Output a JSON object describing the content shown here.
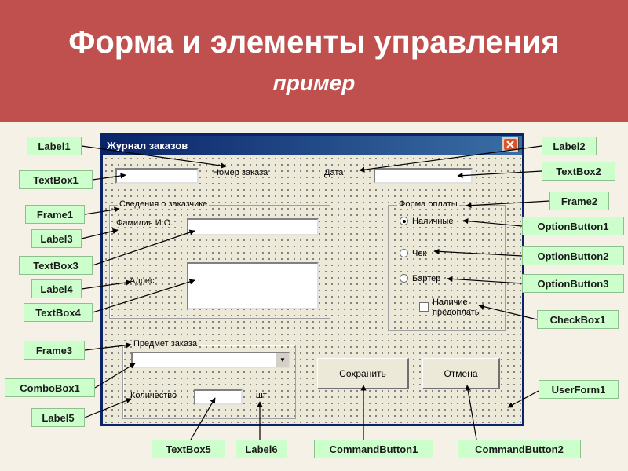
{
  "slide": {
    "title": "Форма и элементы управления",
    "subtitle": "пример"
  },
  "form": {
    "window_title": "Журнал заказов",
    "labels": {
      "order_number": "Номер заказа",
      "date": "Дата",
      "surname": "Фамилия И.О.",
      "address": "Адрес",
      "quantity": "Количество",
      "unit": "шт"
    },
    "frames": {
      "customer": "Сведения о заказчике",
      "payment": "Форма оплаты",
      "product": "Предмет заказа"
    },
    "options": {
      "cash": "Наличные",
      "check": "Чек",
      "barter": "Бартер"
    },
    "option_selected": "cash",
    "checkbox": {
      "line1": "Наличие",
      "line2": "предоплаты",
      "checked": false
    },
    "buttons": {
      "save": "Сохранить",
      "cancel": "Отмена"
    }
  },
  "callouts": {
    "label1": "Label1",
    "textbox1": "TextBox1",
    "frame1": "Frame1",
    "label3": "Label3",
    "textbox3": "TextBox3",
    "label4": "Label4",
    "textbox4": "TextBox4",
    "frame3": "Frame3",
    "combobox1": "ComboBox1",
    "label5": "Label5",
    "textbox5": "TextBox5",
    "label6": "Label6",
    "commandbutton1": "CommandButton1",
    "commandbutton2": "CommandButton2",
    "label2": "Label2",
    "textbox2": "TextBox2",
    "frame2": "Frame2",
    "optionbutton1": "OptionButton1",
    "optionbutton2": "OptionButton2",
    "optionbutton3": "OptionButton3",
    "checkbox1": "CheckBox1",
    "userform1": "UserForm1"
  },
  "colors": {
    "banner": "#c0504d",
    "callout_fill": "#ccffcc",
    "window_title_bar": "#0a246a",
    "close_button": "#d9542c"
  },
  "icons": {
    "close": "close-icon",
    "dropdown": "chevron-down-icon"
  }
}
